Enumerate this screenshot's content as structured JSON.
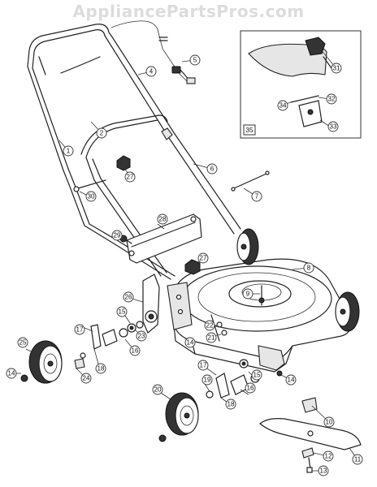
{
  "watermark": "AppliancePartsPros.com",
  "inset_label": "35",
  "callouts": [
    {
      "id": "c1",
      "text": "1"
    },
    {
      "id": "c2",
      "text": "2"
    },
    {
      "id": "c4",
      "text": "4"
    },
    {
      "id": "c5",
      "text": "5"
    },
    {
      "id": "c6",
      "text": "6"
    },
    {
      "id": "c7",
      "text": "7"
    },
    {
      "id": "c8",
      "text": "8"
    },
    {
      "id": "c9",
      "text": "9"
    },
    {
      "id": "c10",
      "text": "10"
    },
    {
      "id": "c11",
      "text": "11"
    },
    {
      "id": "c12",
      "text": "12"
    },
    {
      "id": "c13",
      "text": "13"
    },
    {
      "id": "c14a",
      "text": "14"
    },
    {
      "id": "c14b",
      "text": "14"
    },
    {
      "id": "c14c",
      "text": "14"
    },
    {
      "id": "c15a",
      "text": "15"
    },
    {
      "id": "c15b",
      "text": "15"
    },
    {
      "id": "c16a",
      "text": "16"
    },
    {
      "id": "c16b",
      "text": "16"
    },
    {
      "id": "c17a",
      "text": "17"
    },
    {
      "id": "c17b",
      "text": "17"
    },
    {
      "id": "c18a",
      "text": "18"
    },
    {
      "id": "c18b",
      "text": "18"
    },
    {
      "id": "c19",
      "text": "19"
    },
    {
      "id": "c20",
      "text": "20"
    },
    {
      "id": "c21",
      "text": "21"
    },
    {
      "id": "c22",
      "text": "22"
    },
    {
      "id": "c23",
      "text": "23"
    },
    {
      "id": "c24",
      "text": "24"
    },
    {
      "id": "c25",
      "text": "25"
    },
    {
      "id": "c26",
      "text": "26"
    },
    {
      "id": "c27a",
      "text": "27"
    },
    {
      "id": "c27b",
      "text": "27"
    },
    {
      "id": "c28",
      "text": "28"
    },
    {
      "id": "c29",
      "text": "29"
    },
    {
      "id": "c30",
      "text": "30"
    },
    {
      "id": "c31",
      "text": "31"
    },
    {
      "id": "c32",
      "text": "32"
    },
    {
      "id": "c33",
      "text": "33"
    },
    {
      "id": "c34",
      "text": "34"
    }
  ]
}
